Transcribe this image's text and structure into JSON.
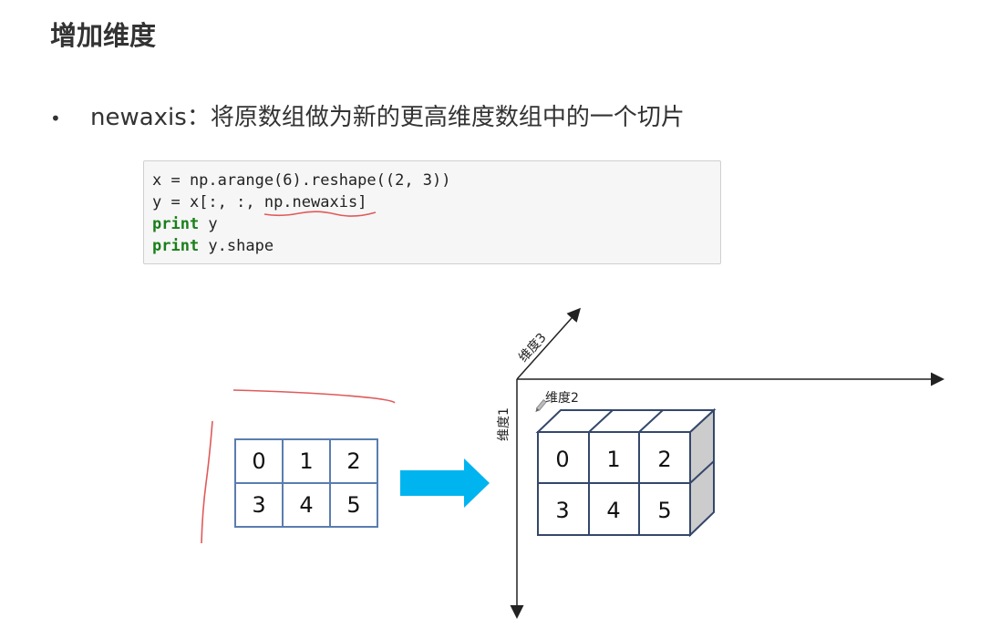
{
  "slide": {
    "title": "增加维度",
    "bullet": "•",
    "bullet_text": "newaxis：将原数组做为新的更高维度数组中的一个切片"
  },
  "code": {
    "line1": "x = np.arange(6).reshape((2, 3))",
    "line2_pre": "y = x[:, :, ",
    "line2_under": "np.newaxis",
    "line2_post": "]",
    "line3_kw": "print",
    "line3_rest": " y",
    "line4_kw": "print",
    "line4_rest": " y.shape"
  },
  "grid2d": {
    "row1": [
      "0",
      "1",
      "2"
    ],
    "row2": [
      "3",
      "4",
      "5"
    ]
  },
  "cube": {
    "axis1_label": "维度1",
    "axis2_label": "维度2",
    "axis3_label": "维度3",
    "row1": [
      "0",
      "1",
      "2"
    ],
    "row2": [
      "3",
      "4",
      "5"
    ]
  },
  "colors": {
    "arrow": "#00b4f0",
    "grid_border": "#5a7db0",
    "annotation": "#e05a5a",
    "cube_side": "#cccccc"
  }
}
